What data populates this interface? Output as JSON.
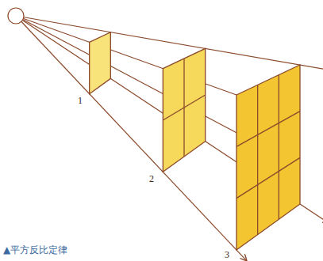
{
  "diagram": {
    "caption": "▲平方反比定律",
    "labels": [
      "1",
      "2",
      "3"
    ]
  }
}
